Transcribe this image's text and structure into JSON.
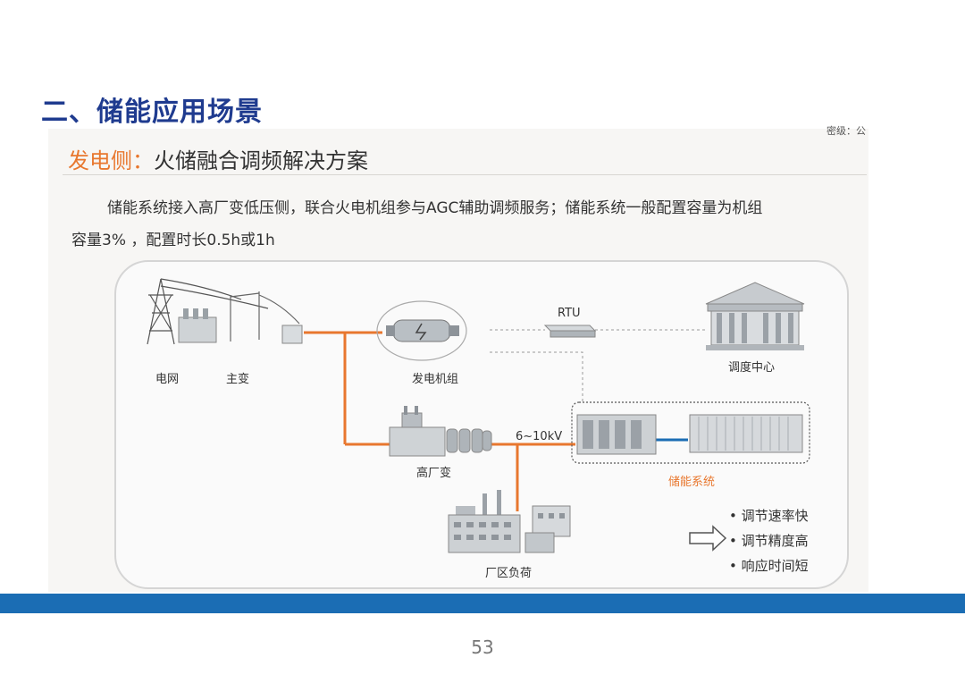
{
  "section_title": "二、储能应用场景",
  "classification": "密级：公",
  "subtitle": {
    "highlight": "发电侧：",
    "rest": "火储融合调频解决方案"
  },
  "paragraph": {
    "line1": "储能系统接入高厂变低压侧，联合火电机组参与AGC辅助调频服务；储能系统一般配置容量为机组",
    "line2": "容量3% ，配置时长0.5h或1h"
  },
  "diagram": {
    "labels": {
      "grid": "电网",
      "main_transformer": "主变",
      "generator": "发电机组",
      "rtu": "RTU",
      "dispatch_center": "调度中心",
      "plant_transformer": "高厂变",
      "voltage": "6~10kV",
      "storage_system": "储能系统",
      "plant_load": "厂区负荷"
    },
    "benefits": [
      "调节速率快",
      "调节精度高",
      "响应时间短"
    ],
    "colors": {
      "power_line": "#e8772e",
      "dc_link": "#1b6db4",
      "comm_line": "#9a9a9a"
    }
  },
  "page_number": "53"
}
